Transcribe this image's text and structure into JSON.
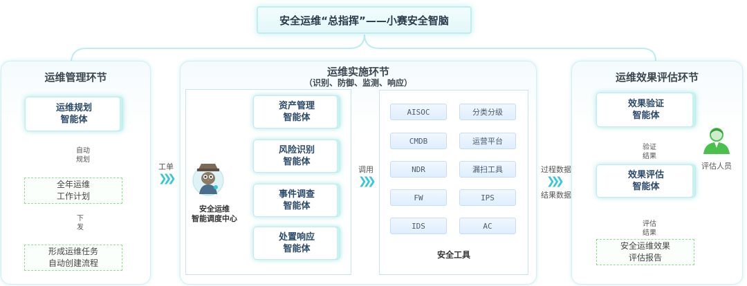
{
  "title": "安全运维“总指挥”——小赛安全智脑",
  "left_panel": {
    "title": "运维管理环节",
    "agent": [
      "运维规划",
      "智能体"
    ],
    "edge1": [
      "自动",
      "规划"
    ],
    "plan": [
      "全年运维",
      "工作计划"
    ],
    "edge2": [
      "下",
      "发"
    ],
    "task": [
      "形成运维任务",
      "自动创建流程"
    ]
  },
  "edge_work_order": "工单",
  "middle_panel": {
    "title": "运维实施环节",
    "subtitle": "（识别、防御、监测、响应）",
    "center": [
      "安全运维",
      "智能调度中心"
    ],
    "agents": [
      [
        "资产管理",
        "智能体"
      ],
      [
        "风险识别",
        "智能体"
      ],
      [
        "事件调查",
        "智能体"
      ],
      [
        "处置响应",
        "智能体"
      ]
    ],
    "edge_call": "调用",
    "tools": [
      "AISOC",
      "分类分级",
      "CMDB",
      "运营平台",
      "NDR",
      "漏扫工具",
      "FW",
      "IPS",
      "IDS",
      "AC"
    ],
    "tools_title": "安全工具"
  },
  "edge_process_data": "过程数据",
  "edge_result_data": "结果数据",
  "right_panel": {
    "title": "运维效果评估环节",
    "verify": [
      "效果验证",
      "智能体"
    ],
    "edge1": [
      "验证",
      "结果"
    ],
    "assess": [
      "效果评估",
      "智能体"
    ],
    "edge2": [
      "评估",
      "结果"
    ],
    "report": [
      "安全运维效果",
      "评估报告"
    ],
    "person": "评估人员"
  },
  "colors": {
    "accent": "#37c6d6",
    "green": "#5cc95c",
    "panel_border": "#d4eef3"
  }
}
